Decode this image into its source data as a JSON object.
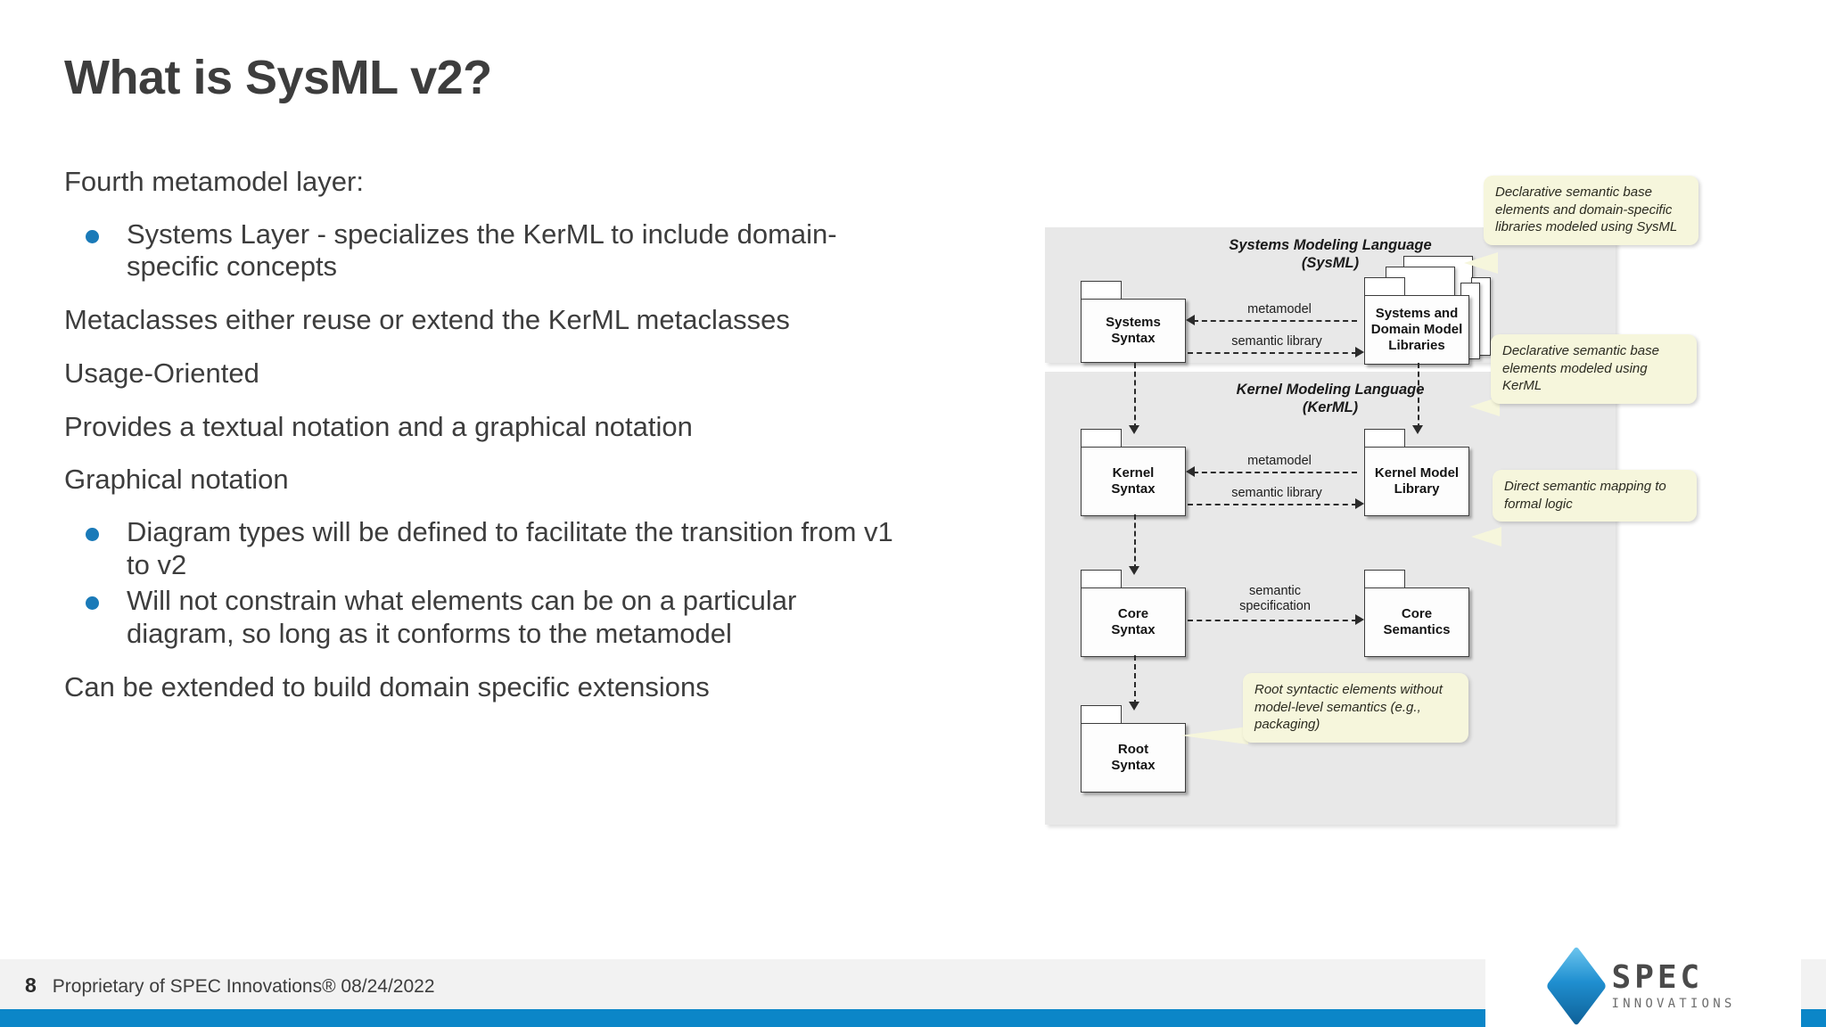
{
  "slide": {
    "title": "What is SysML v2?",
    "page_number": "8",
    "footer_note": "Proprietary of SPEC Innovations® 08/24/2022",
    "accent_color": "#0b86c8",
    "bullet_color": "#1a7ab8"
  },
  "content": {
    "blocks": [
      {
        "type": "para",
        "text": "Fourth metamodel layer:"
      },
      {
        "type": "bullet",
        "text": "Systems Layer - specializes the KerML to include domain-specific concepts"
      },
      {
        "type": "para",
        "text": "Metaclasses either reuse or extend the KerML metaclasses"
      },
      {
        "type": "para",
        "text": "Usage-Oriented"
      },
      {
        "type": "para",
        "text": "Provides a textual notation and a graphical notation"
      },
      {
        "type": "para",
        "text": "Graphical notation"
      },
      {
        "type": "bullet",
        "text": "Diagram types will be defined to facilitate the transition from v1 to v2"
      },
      {
        "type": "bullet",
        "text": "Will not constrain what elements can be on a particular diagram, so long as it conforms to the metamodel"
      },
      {
        "type": "para",
        "text": "Can be extended to build domain specific extensions"
      }
    ]
  },
  "diagram": {
    "panels": {
      "sysml_title_line1": "Systems Modeling Language",
      "sysml_title_line2": "(SysML)",
      "kerml_title_line1": "Kernel Modeling Language",
      "kerml_title_line2": "(KerML)"
    },
    "packages": {
      "systems_syntax": "Systems\nSyntax",
      "systems_libraries": "Systems and\nDomain Model\nLibraries",
      "kernel_syntax": "Kernel\nSyntax",
      "kernel_model_library": "Kernel Model\nLibrary",
      "core_syntax": "Core\nSyntax",
      "core_semantics": "Core\nSemantics",
      "root_syntax": "Root\nSyntax"
    },
    "edges": {
      "sysml_metamodel": "metamodel",
      "sysml_semantic_library": "semantic library",
      "kerml_metamodel": "metamodel",
      "kerml_semantic_library": "semantic library",
      "semantic_specification_line1": "semantic",
      "semantic_specification_line2": "specification"
    },
    "callouts": {
      "sysml_libraries": "Declarative semantic base elements and domain-specific libraries modeled using SysML",
      "kerml_library": "Declarative semantic base elements modeled using KerML",
      "core_semantics": "Direct semantic mapping to formal logic",
      "root_syntax": "Root syntactic elements without model-level semantics (e.g., packaging)"
    }
  },
  "logo": {
    "brand": "SPEC",
    "tagline": "INNOVATIONS"
  }
}
